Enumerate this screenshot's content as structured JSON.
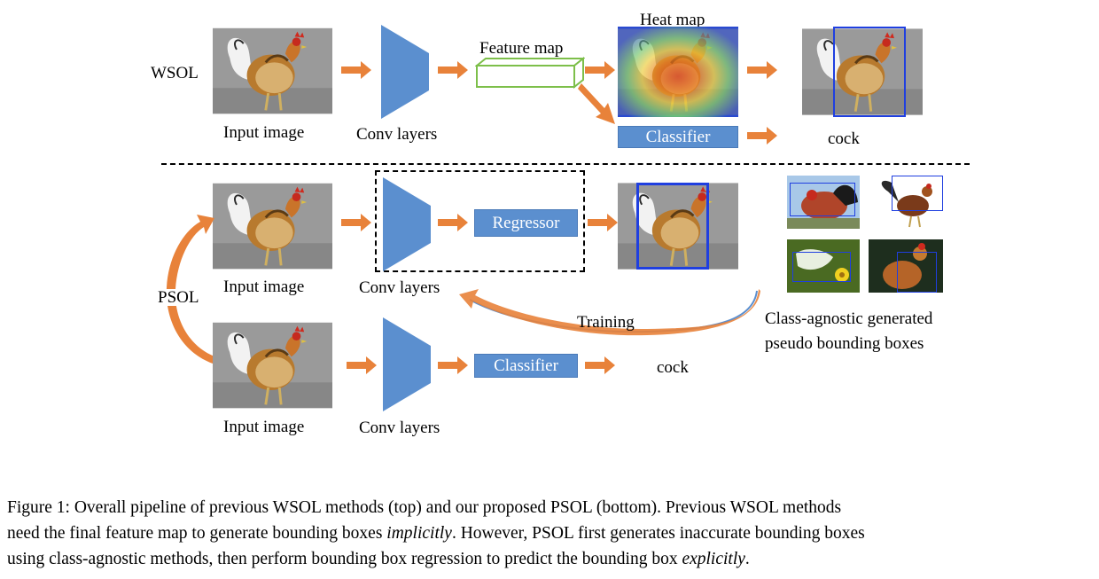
{
  "top": {
    "row_label": "WSOL",
    "input_label": "Input image",
    "conv_label": "Conv layers",
    "feature_label": "Feature map",
    "heat_label": "Heat map",
    "classifier_label": "Classifier",
    "output_label": "cock"
  },
  "bottom": {
    "row_label": "PSOL",
    "input_label_1": "Input image",
    "conv_label_1": "Conv layers",
    "regressor_label": "Regressor",
    "training_label": "Training",
    "pseudo_label_line1": "Class-agnostic generated",
    "pseudo_label_line2": "pseudo bounding boxes",
    "input_label_2": "Input image",
    "conv_label_2": "Conv layers",
    "classifier_label": "Classifier",
    "output_label": "cock"
  },
  "caption": {
    "line1": "Figure 1:  Overall pipeline of previous WSOL methods (top) and our proposed PSOL (bottom).  Previous WSOL methods",
    "line2_a": "need the final feature map to generate bounding boxes ",
    "line2_em": "implicitly",
    "line2_b": ". However, PSOL first generates inaccurate bounding boxes",
    "line3_a": "using class-agnostic methods, then perform bounding box regression to predict the bounding box ",
    "line3_em": "explicitly",
    "line3_b": "."
  },
  "colors": {
    "arrow": "#e8823a",
    "conv": "#5b8fcf",
    "box": "#1f3fe0",
    "feature": "#7dbf4a"
  }
}
